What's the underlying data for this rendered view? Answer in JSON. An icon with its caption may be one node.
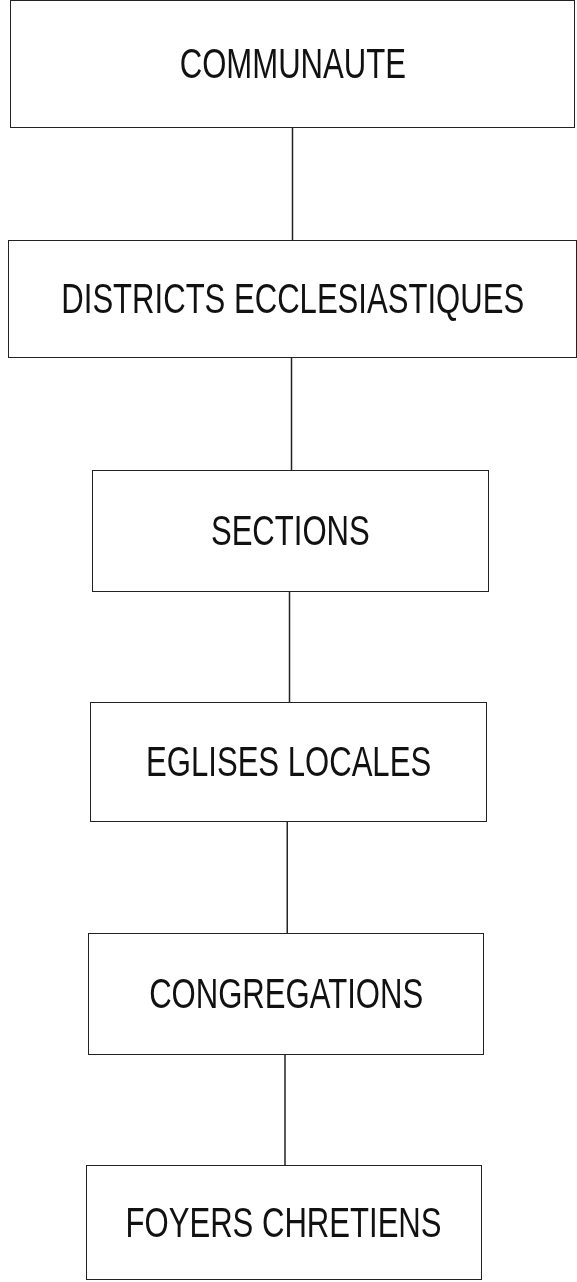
{
  "diagram": {
    "nodes": [
      {
        "text": [
          "COMMUNAUTE"
        ]
      },
      {
        "text": [
          "DISTRICTS ECCLESIASTIQUES"
        ]
      },
      {
        "text": [
          "SECTIONS"
        ]
      },
      {
        "text": [
          "EGLISES LOCALES"
        ]
      },
      {
        "text": [
          "CONGREGATIONS"
        ]
      },
      {
        "text": [
          "FOYERS CHRETIENS"
        ]
      }
    ],
    "edges": [
      {
        "from": 0,
        "to": 1,
        "arrow": "none"
      },
      {
        "from": 1,
        "to": 2,
        "arrow": "none"
      },
      {
        "from": 2,
        "to": 3,
        "arrow": "none"
      },
      {
        "from": 3,
        "to": 4,
        "arrow": "none"
      },
      {
        "from": 4,
        "to": 5,
        "arrow": "none"
      }
    ]
  }
}
